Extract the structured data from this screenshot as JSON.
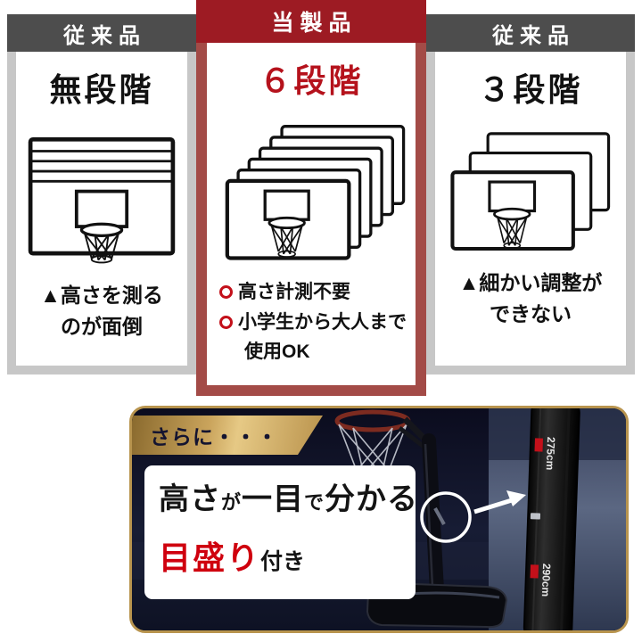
{
  "comparison": {
    "columns": [
      {
        "header": "従来品",
        "title": "無段階",
        "note_lines": [
          "▲高さを測る",
          "のが面倒"
        ]
      },
      {
        "header": "当製品",
        "title": "６段階",
        "notes": [
          {
            "text": "高さ計測不要"
          },
          {
            "text": "小学生から大人まで"
          },
          {
            "text": "使用OK"
          }
        ]
      },
      {
        "header": "従来品",
        "title": "３段階",
        "note_lines": [
          "▲細かい調整が",
          "できない"
        ]
      }
    ]
  },
  "feature": {
    "ribbon": "さらに・・・",
    "headline": [
      {
        "text": "高さ"
      },
      {
        "text": "が"
      },
      {
        "text": "一目"
      },
      {
        "text": "で"
      },
      {
        "text": "分かる"
      }
    ],
    "scale_word": "目盛り",
    "scale_suffix": "付き",
    "pole_labels": [
      "275cm",
      "290cm"
    ]
  },
  "colors": {
    "accent_red": "#b5121c",
    "header_red": "#9d1b23",
    "frame_red": "#a34b47",
    "header_gray": "#4d4d4d",
    "frame_gray": "#c7c7c7",
    "gold": "#b8944e",
    "navy": "#10112a"
  }
}
